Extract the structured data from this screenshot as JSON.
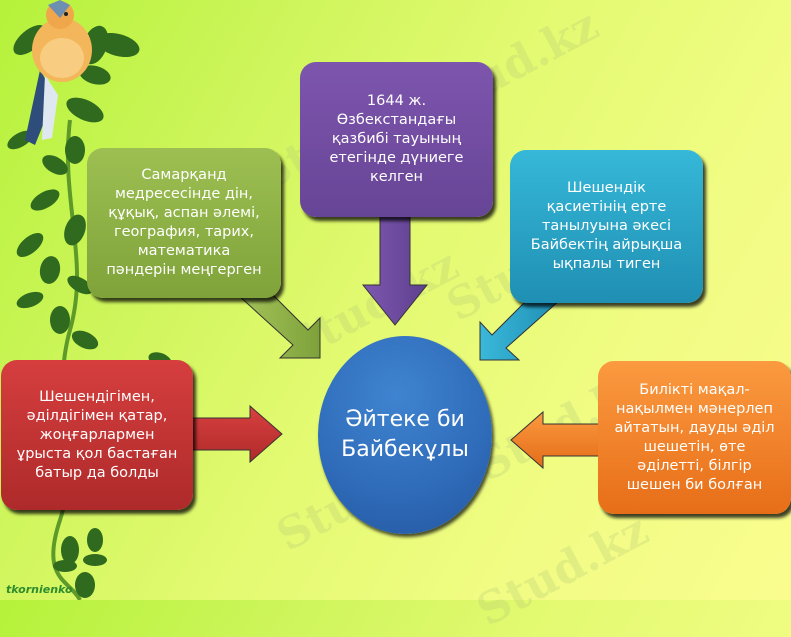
{
  "diagram": {
    "center": {
      "line1": "Әйтеке би",
      "line2": "Байбекұлы",
      "color": "#2e6ab8"
    },
    "nodes": [
      {
        "id": "top",
        "text": "1644 ж.\nӨзбекстандағы\nқазбибі тауының\nетегінде дүниеге\nкелген",
        "color": "#7350a3"
      },
      {
        "id": "top-left",
        "text": "Самарқанд\nмедресесінде дін,\nқұқық, аспан әлемі,\nгеография, тарих,\nматематика\nпәндерін меңгерген",
        "color": "#8fb146"
      },
      {
        "id": "top-right",
        "text": "Шешендік\nқасиетінің ерте\nтанылуына әкесі\nБайбектің айрықша\nықпалы тиген",
        "color": "#2aa4c6"
      },
      {
        "id": "left",
        "text": "Шешендігімен,\nәділдігімен қатар,\nжоңғарлармен\nұрыста қол бастаған\nбатыр да болды",
        "color": "#c23434"
      },
      {
        "id": "right",
        "text": "Билікті мақал-\nнақылмен мәнерлеп\nайтатын,  дауды әділ\nшешетін, өте\nәділетті, білгір\nшешен би болған",
        "color": "#f0832a"
      }
    ]
  },
  "watermark": "Stud.kz",
  "credit": "tkornienko"
}
